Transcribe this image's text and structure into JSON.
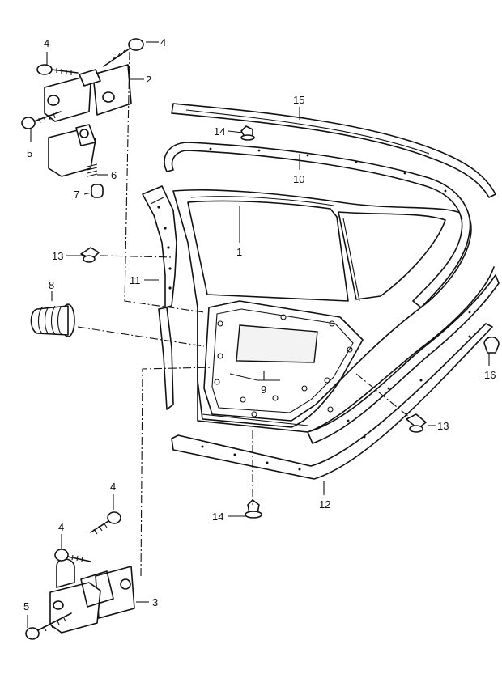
{
  "callouts": {
    "p1": "1",
    "p2": "2",
    "p3": "3",
    "p4a": "4",
    "p4b": "4",
    "p4c": "4",
    "p4d": "4",
    "p5a": "5",
    "p5b": "5",
    "p6": "6",
    "p7": "7",
    "p8": "8",
    "p9": "9",
    "p10": "10",
    "p11": "11",
    "p12": "12",
    "p13a": "13",
    "p13b": "13",
    "p14a": "14",
    "p14b": "14",
    "p15": "15",
    "p16": "16"
  }
}
